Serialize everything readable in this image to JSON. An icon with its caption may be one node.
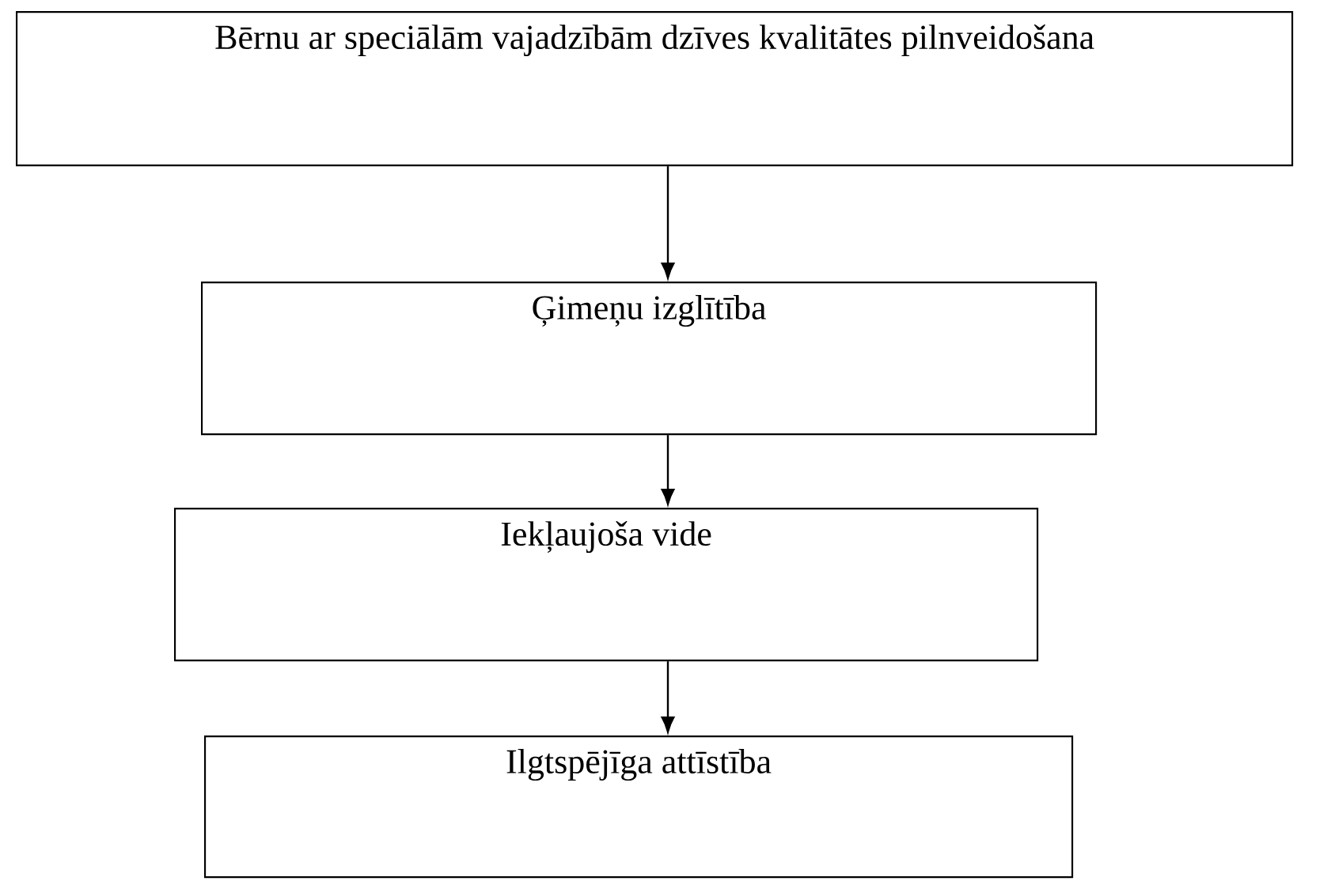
{
  "diagram": {
    "nodes": [
      {
        "text": [
          "Bērnu ar speciālām vajadzībām dzīves kvalitātes pilnveidošana"
        ]
      },
      {
        "text": [
          "Ģimeņu izglītība"
        ]
      },
      {
        "text": [
          "Iekļaujoša vide"
        ]
      },
      {
        "text": [
          "Ilgtspējīga attīstība"
        ]
      }
    ],
    "edges": [
      {
        "from": 0,
        "to": 1,
        "arrow": "to"
      },
      {
        "from": 1,
        "to": 2,
        "arrow": "to"
      },
      {
        "from": 2,
        "to": 3,
        "arrow": "to"
      }
    ]
  }
}
